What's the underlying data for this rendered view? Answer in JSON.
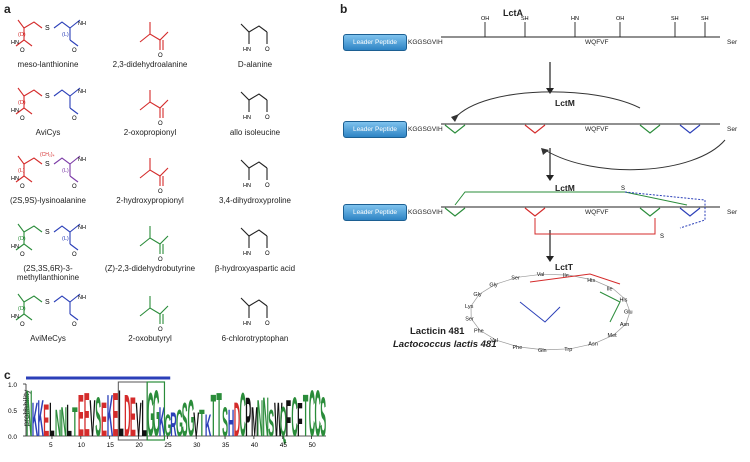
{
  "panel_a": {
    "label": "a",
    "structures": [
      {
        "caption": "meso-lanthionine",
        "italic_part": "meso",
        "color": "#d42b2b",
        "color2": "#2b3fb8",
        "tag1": "(D)",
        "tag2": "(L)"
      },
      {
        "caption": "2,3-didehydroalanine",
        "color": "#d42b2b"
      },
      {
        "caption": "D-alanine",
        "color": "#222222"
      },
      {
        "caption": "AviCys",
        "color": "#d42b2b",
        "color2": "#2b3fb8",
        "tag1": "(D)"
      },
      {
        "caption": "2-oxopropionyl",
        "color": "#d42b2b"
      },
      {
        "caption": "allo isoleucine",
        "color": "#222222"
      },
      {
        "caption": "(2S,9S)-lysinoalanine",
        "color": "#d42b2b",
        "color2": "#7b3aa6",
        "tag1": "(L)",
        "tag2": "(L)",
        "tag3": "(CH₂)₄"
      },
      {
        "caption": "2-hydroxypropionyl",
        "color": "#d42b2b"
      },
      {
        "caption": "3,4-dihydroxyproline",
        "color": "#222222"
      },
      {
        "caption": "(2S,3S,6R)-3-methyllanthionine",
        "color": "#2a8c3a",
        "color2": "#2b3fb8",
        "tag1": "(D)",
        "tag2": "(L)"
      },
      {
        "caption": "(Z)-2,3-didehydrobutyrine",
        "color": "#2a8c3a"
      },
      {
        "caption": "β-hydroxyaspartic acid",
        "color": "#222222"
      },
      {
        "caption": "AviMeCys",
        "color": "#2a8c3a",
        "color2": "#2b3fb8",
        "tag1": "(D)"
      },
      {
        "caption": "2-oxobutyryl",
        "color": "#2a8c3a"
      },
      {
        "caption": "6-chlorotryptophan",
        "color": "#222222"
      }
    ]
  },
  "panel_b": {
    "label": "b",
    "title": "LctA",
    "leader": "Leader Peptide",
    "seq_prefix": "KGGSGVIH",
    "seq_mid": "WQFVF",
    "seq_end": "Ser",
    "steps": [
      "LctM",
      "LctM",
      "LctT"
    ],
    "product_name": "Lacticin 481",
    "organism": "Lactococcus lactis 481",
    "ring_residues": [
      "Lys",
      "Gly",
      "Gly",
      "Ser",
      "Val",
      "Ile",
      "His",
      "Ile",
      "His",
      "Glu",
      "Asn",
      "Met",
      "Asn",
      "Trp",
      "Gln",
      "Phe",
      "Val",
      "Phe",
      "Ser"
    ],
    "colors": {
      "red": "#d42b2b",
      "green": "#2a8c3a",
      "blue": "#2b3fb8",
      "arrow": "#333333"
    }
  },
  "panel_c": {
    "label": "c",
    "ylabel": "probability",
    "yticks": [
      "0.0",
      "0.5",
      "1.0"
    ],
    "xticks": [
      "5",
      "10",
      "15",
      "20",
      "25",
      "30",
      "35",
      "40",
      "45",
      "50"
    ],
    "consensus": [
      "N",
      "K",
      "K",
      "E",
      "L",
      "N",
      "N",
      "L",
      "T",
      "E",
      "E",
      "V",
      "S",
      "E",
      "K",
      "E",
      "L",
      "D",
      "E",
      "V",
      "L",
      "G",
      "G",
      "K",
      "G",
      "R",
      "G",
      "S",
      "G",
      "V",
      "T",
      "K",
      "T",
      "T",
      "S",
      "H",
      "D",
      "C",
      "P",
      "M",
      "N",
      "N",
      "S",
      "W",
      "Q",
      "F",
      "C",
      "F",
      "T",
      "C",
      "C",
      "S"
    ],
    "heights": [
      0.95,
      0.7,
      0.75,
      0.65,
      0.7,
      0.55,
      0.6,
      0.65,
      0.6,
      0.85,
      0.9,
      0.75,
      0.8,
      0.7,
      0.85,
      0.9,
      0.95,
      0.85,
      0.8,
      0.7,
      0.75,
      0.9,
      0.95,
      0.6,
      0.45,
      0.5,
      0.55,
      0.7,
      0.75,
      0.5,
      0.55,
      0.45,
      0.85,
      0.9,
      0.6,
      0.55,
      0.7,
      0.9,
      0.8,
      0.6,
      0.75,
      0.8,
      0.55,
      0.7,
      0.6,
      0.75,
      0.8,
      0.7,
      0.85,
      0.95,
      0.95,
      0.8
    ],
    "letter_colors": {
      "polar": "#2a8c3a",
      "basic": "#2b3fb8",
      "acidic": "#d42b2b",
      "hydrophobic": "#111111",
      "neutral": "#7b3aa6"
    },
    "bar_color": "#2b3fb8",
    "box1_color": "#555555",
    "box2_color": "#2a8c3a"
  }
}
